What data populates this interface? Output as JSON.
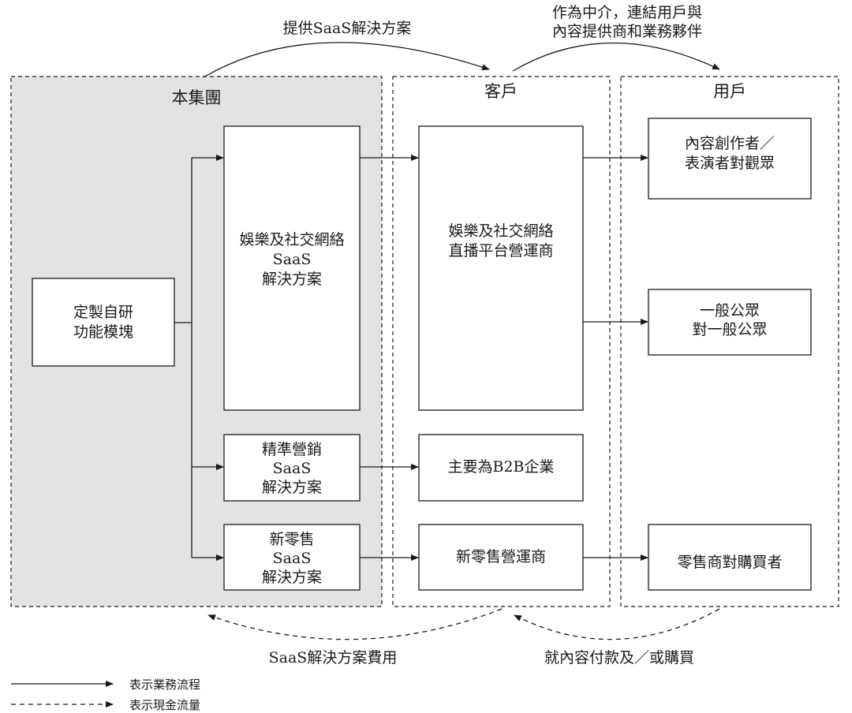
{
  "top_labels": {
    "left_arc": "提供SaaS解決方案",
    "right_arc": [
      "作為中介，連結用戶與",
      "內容提供商和業務夥伴"
    ]
  },
  "columns": {
    "group": "本集團",
    "client": "客戶",
    "user": "用戶"
  },
  "group_boxes": {
    "custom": [
      "定製自研",
      "功能模塊"
    ],
    "entertainment": [
      "娛樂及社交網絡",
      "SaaS",
      "解決方案"
    ],
    "marketing": [
      "精準營銷",
      "SaaS",
      "解決方案"
    ],
    "retail": [
      "新零售",
      "SaaS",
      "解決方案"
    ]
  },
  "client_boxes": {
    "live": [
      "娛樂及社交網絡",
      "直播平台營運商"
    ],
    "b2b": [
      "主要為B2B企業"
    ],
    "retail_op": [
      "新零售營運商"
    ]
  },
  "user_boxes": {
    "creators": [
      "內容創作者／",
      "表演者對觀眾"
    ],
    "public": [
      "一般公眾",
      "對一般公眾"
    ],
    "buyers": [
      "零售商對購買者"
    ]
  },
  "bottom_labels": {
    "fee": "SaaS解決方案費用",
    "payment": "就內容付款及／或購買"
  },
  "legend": {
    "solid": "表示業務流程",
    "dashed": "表示現金流量"
  },
  "colors": {
    "group_bg": "#e3e3e3",
    "line": "#1a1a1a"
  }
}
